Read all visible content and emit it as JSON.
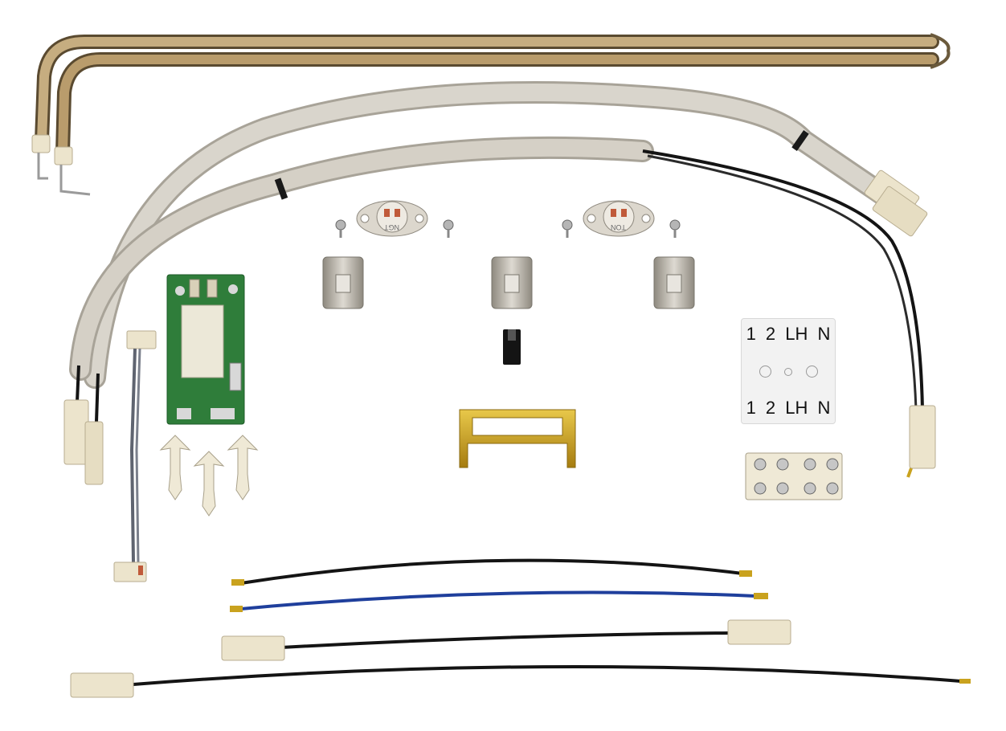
{
  "image": {
    "subject": "electric heating element replacement kit",
    "background": "#ffffff"
  },
  "terminal_label": {
    "top_row": "1 2 LH N",
    "bottom_row": "1 2 LH N"
  },
  "thermostats": {
    "left_marking": "NGT",
    "right_marking": "TON"
  },
  "colors": {
    "element_tube": "#b89a6a",
    "sleeve": "#cfcac0",
    "wire_black": "#1a1a1a",
    "wire_blue": "#1f3f9c",
    "connector": "#ece4cc",
    "pcb": "#2f7d3a",
    "brass": "#c9a21e",
    "clip": "#bcb7ad"
  }
}
